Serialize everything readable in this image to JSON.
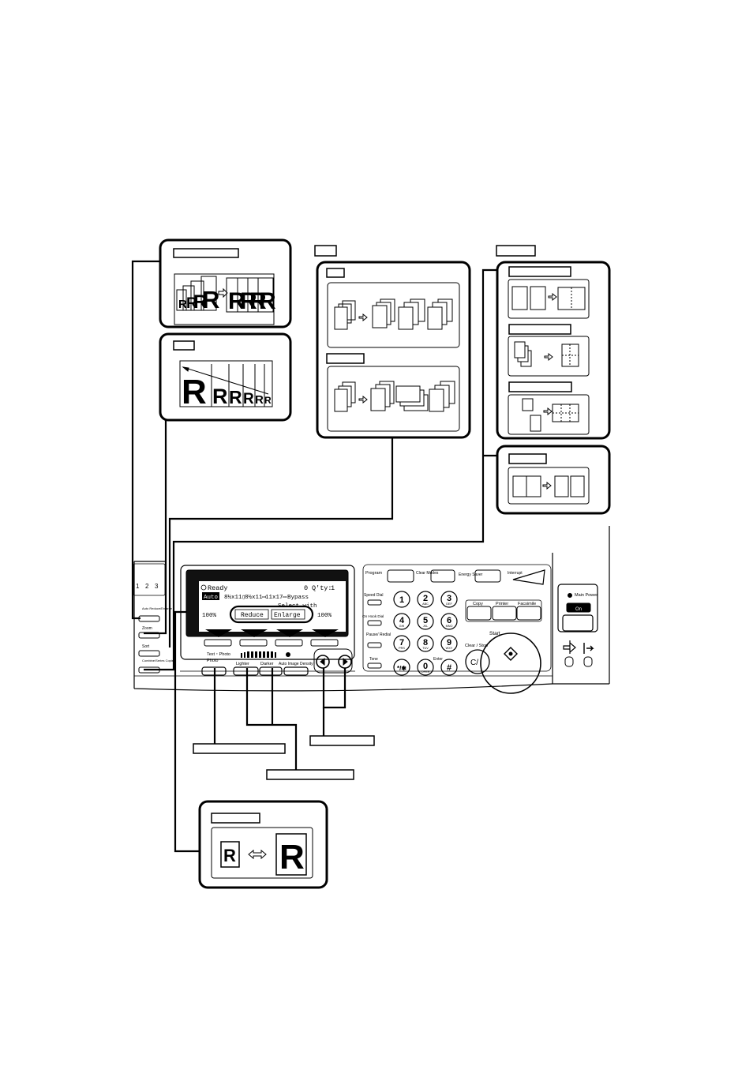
{
  "display": {
    "status": "Ready",
    "counter": "0",
    "qty_label": "Q'ty:",
    "qty_value": "1",
    "row2": [
      "Auto",
      "8½x11▯",
      "8½x11▭",
      "11x17▭",
      "Bypass"
    ],
    "select_with": "Select with",
    "percent_left": "100%",
    "reduce": "Reduce",
    "enlarge": "Enlarge",
    "percent_right": "100%"
  },
  "left_panel": {
    "labels": [
      "Auto Reduce/Enlarge",
      "Zoom",
      "Sort",
      "Combine/Series Copies"
    ],
    "tray_numbers": [
      "1",
      "2",
      "3"
    ]
  },
  "mode": {
    "text_photo": "Text・Photo",
    "photo": "Photo",
    "lighter": "Lighter",
    "darker": "Darker",
    "auto_density": "Auto Image Density"
  },
  "top_keys": {
    "program": "Program",
    "clear_modes": "Clear Modes",
    "energy_saver": "Energy Saver",
    "interrupt": "Interrupt"
  },
  "side_keys": [
    "Speed Dial",
    "On Hook Dial",
    "Pause/ Redial",
    "Tone"
  ],
  "keypad": [
    {
      "n": "1",
      "s": ""
    },
    {
      "n": "2",
      "s": "ABC"
    },
    {
      "n": "3",
      "s": "DEF"
    },
    {
      "n": "4",
      "s": "GHI"
    },
    {
      "n": "5",
      "s": "JKL"
    },
    {
      "n": "6",
      "s": "MNO"
    },
    {
      "n": "7",
      "s": "PRS"
    },
    {
      "n": "8",
      "s": "TUV"
    },
    {
      "n": "9",
      "s": "WXY"
    },
    {
      "n": "*/✱",
      "s": ""
    },
    {
      "n": "0",
      "s": "OPER"
    },
    {
      "n": "#",
      "s": ""
    }
  ],
  "enter": "Enter",
  "functions": [
    "Copy",
    "Printer",
    "Facsimile"
  ],
  "start": "Start",
  "clear_stop": "Clear / Stop",
  "power": {
    "main": "Main Power",
    "on": "On"
  },
  "letter": "R"
}
